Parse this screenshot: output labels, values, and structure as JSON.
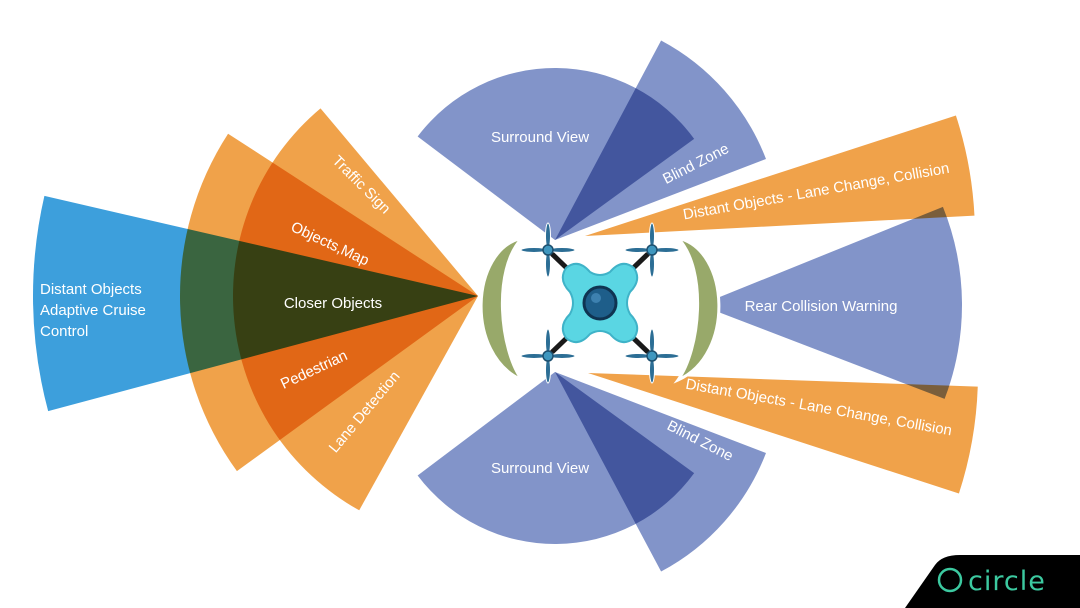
{
  "colors": {
    "front_blue": "#3d9fdc",
    "front_orange": "#f0a24a",
    "side_blue": "#8294c9",
    "rear_orange": "#f0a24a",
    "rear_blue": "#8294c9",
    "drone_body": "#5ad6e3",
    "drone_lens": "#1e5e8a",
    "guard_green": "#98a96a",
    "logo_bg": "#000000",
    "logo_fg": "#3cc9a0"
  },
  "labels": {
    "front_long": [
      "Distant Objects",
      "Adaptive Cruise",
      "Control"
    ],
    "traffic_sign": "Traffic Sign",
    "objects_map": "Objects,Map",
    "closer_objects": "Closer Objects",
    "pedestrian": "Pedestrian",
    "lane_detection": "Lane Detection",
    "surround_top": "Surround View",
    "surround_bottom": "Surround View",
    "blind_top": "Blind Zone",
    "blind_bottom": "Blind Zone",
    "distant_top": "Distant Objects - Lane Change, Collision",
    "distant_bottom": "Distant Objects - Lane Change, Collision",
    "rear": "Rear Collision Warning"
  },
  "logo": {
    "text": "circle",
    "icon": "ring-icon"
  }
}
